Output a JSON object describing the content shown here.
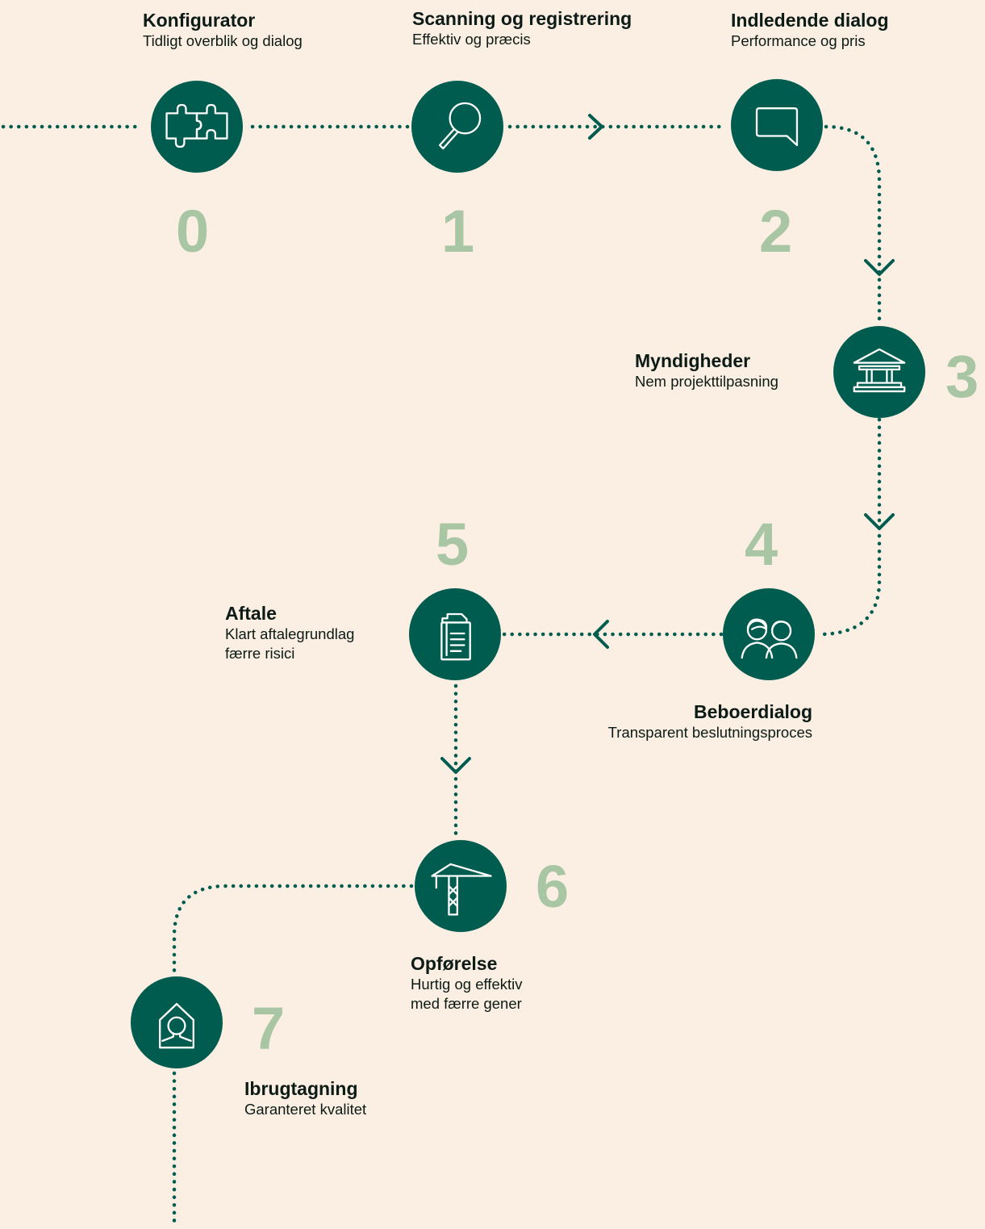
{
  "colors": {
    "background": "#fbeee2",
    "circle": "#005c4f",
    "number": "#a8c6a4",
    "text": "#0d1b16",
    "line": "#005c4f"
  },
  "steps": [
    {
      "number": "0",
      "title": "Konfigurator",
      "subtitle": "Tidligt overblik og dialog",
      "icon": "puzzle-icon"
    },
    {
      "number": "1",
      "title": "Scanning og registrering",
      "subtitle": "Effektiv og præcis",
      "icon": "magnifier-icon"
    },
    {
      "number": "2",
      "title": "Indledende dialog",
      "subtitle": "Performance og pris",
      "icon": "speech-bubble-icon"
    },
    {
      "number": "3",
      "title": "Myndigheder",
      "subtitle": "Nem projekttilpasning",
      "icon": "institution-building-icon"
    },
    {
      "number": "4",
      "title": "Beboerdialog",
      "subtitle": "Transparent beslutningsproces",
      "icon": "residents-icon"
    },
    {
      "number": "5",
      "title": "Aftale",
      "subtitle": "Klart aftalegrundlag\nfærre risici",
      "icon": "documents-icon"
    },
    {
      "number": "6",
      "title": "Opførelse",
      "subtitle": "Hurtig og effektiv\nmed færre gener",
      "icon": "crane-icon"
    },
    {
      "number": "7",
      "title": "Ibrugtagning",
      "subtitle": "Garanteret kvalitet",
      "icon": "house-person-icon"
    }
  ]
}
